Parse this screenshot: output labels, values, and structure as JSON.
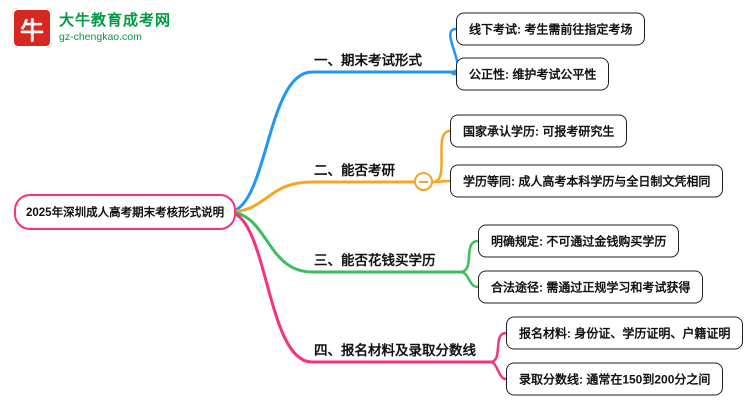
{
  "logo": {
    "icon_text": "牛",
    "site_name": "大牛教育成考网",
    "site_url": "gz-chengkao.com"
  },
  "root": {
    "label": "2025年深圳成人高考期末考核形式说明"
  },
  "branches": [
    {
      "label": "一、期末考试形式",
      "children": [
        {
          "label": "线下考试: 考生需前往指定考场"
        },
        {
          "label": "公正性: 维护考试公平性"
        }
      ]
    },
    {
      "label": "二、能否考研",
      "children": [
        {
          "label": "国家承认学历: 可报考研究生"
        },
        {
          "label": "学历等同: 成人高考本科学历与全日制文凭相同"
        }
      ]
    },
    {
      "label": "三、能否花钱买学历",
      "children": [
        {
          "label": "明确规定: 不可通过金钱购买学历"
        },
        {
          "label": "合法途径: 需通过正规学习和考试获得"
        }
      ]
    },
    {
      "label": "四、报名材料及录取分数线",
      "children": [
        {
          "label": "报名材料: 身份证、学历证明、户籍证明"
        },
        {
          "label": "录取分数线: 通常在150到200分之间"
        }
      ]
    }
  ],
  "colors": {
    "branch1": "#2196f3",
    "branch2": "#f5a623",
    "branch3": "#3dbd5d",
    "branch4": "#f4327f",
    "root-border": "#f4327f",
    "node-border": "#1f1f1f",
    "logo-red": "#d7281f",
    "logo-green": "#009a44"
  }
}
